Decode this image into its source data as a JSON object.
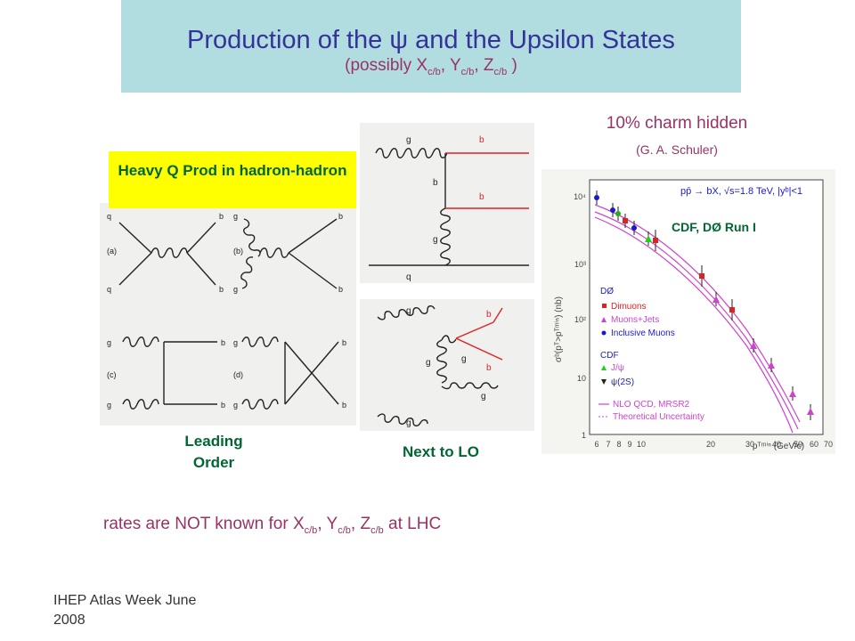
{
  "header": {
    "title_pre": "Production of the",
    "title_psi": "ψ",
    "title_post": "and the Upsilon States",
    "sub_open": "(possibly X",
    "sub_cb": "c/b",
    "sub_comma": ", ",
    "sub_y": "Y",
    "sub_z": "Z",
    "sub_close": " )"
  },
  "yellow_box": {
    "text": "Heavy Q Prod in hadron-hadron"
  },
  "labels": {
    "leading_order": "Leading Order",
    "next_to_lo": "Next to LO",
    "charm_hidden": "10% charm hidden",
    "schuler": "(G. A. Schuler)",
    "cdf_d0": "CDF, DØ Run I"
  },
  "feynman": {
    "q": "q",
    "qbar": "q",
    "b": "b",
    "bbar": "b",
    "g": "g",
    "a": "(a)",
    "b_tag": "(b)",
    "c": "(c)",
    "d": "(d)"
  },
  "plot": {
    "ylabel": "σᵇ(pᵀ>pᵀᵐⁱⁿ) (nb)",
    "xlabel": "pᵀᵐⁱⁿ (GeV/c)",
    "process": "pp̄ → bX, √s=1.8 TeV, |yᵇ|<1",
    "legend_d0": "DØ",
    "legend_dimuons": "Dimuons",
    "legend_muonsjets": "Muons+Jets",
    "legend_inclusive": "Inclusive Muons",
    "legend_cdf": "CDF",
    "legend_jpsi": "J/ψ",
    "legend_psi2s": "ψ(2S)",
    "legend_nlo": "NLO QCD, MRSR2",
    "legend_theory": "Theoretical Uncertainty",
    "y_ticks": [
      "10⁴",
      "10³",
      "10²",
      "10",
      "1"
    ],
    "x_ticks": [
      "6",
      "7",
      "8",
      "9",
      "10",
      "20",
      "30",
      "40",
      "50",
      "60",
      "70"
    ]
  },
  "rates": {
    "pre": "rates are NOT known for X",
    "cb": "c/b",
    "y": "Y",
    "z": "Z",
    "post": " at LHC",
    "comma": ", "
  },
  "footer": {
    "text": "IHEP Atlas Week June 2008"
  },
  "colors": {
    "title": "#333399",
    "magenta": "#993366",
    "green": "#006633",
    "yellow": "#ffff00",
    "header_bg": "#b2dde0"
  }
}
